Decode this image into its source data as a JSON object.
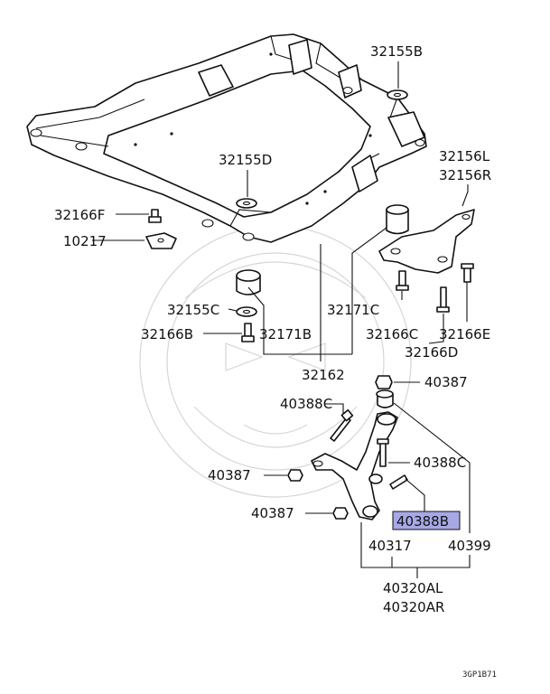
{
  "diagram_code": "3GP1B71",
  "highlight_color": "#a8a8e6",
  "labels": {
    "p32155B": "32155B",
    "p32155D": "32155D",
    "p32156L": "32156L",
    "p32156R": "32156R",
    "p32166F": "32166F",
    "p10217": "10217",
    "p32155C": "32155C",
    "p32166B": "32166B",
    "p32171B": "32171B",
    "p32171C": "32171C",
    "p32166C": "32166C",
    "p32166E": "32166E",
    "p32166D": "32166D",
    "p32162": "32162",
    "p40387_top": "40387",
    "p40388C_left": "40388C",
    "p40388C_right": "40388C",
    "p40387_mid": "40387",
    "p40387_low": "40387",
    "p40388B": "40388B",
    "p40317": "40317",
    "p40399": "40399",
    "p40320AL": "40320AL",
    "p40320AR": "40320AR"
  }
}
